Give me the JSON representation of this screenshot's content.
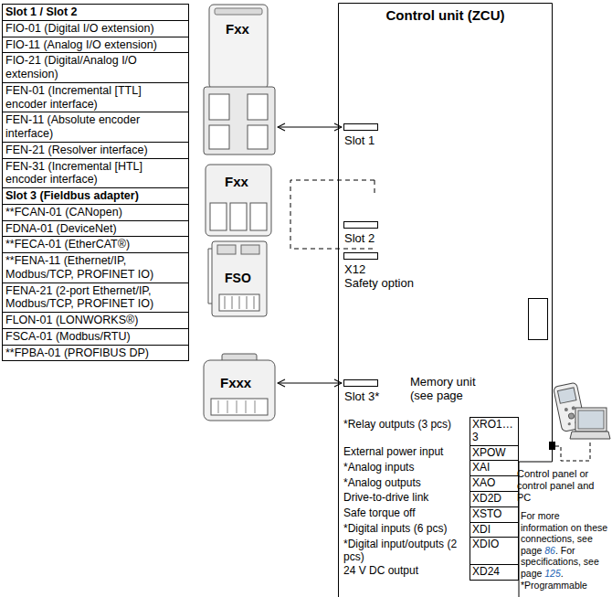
{
  "diagram": {
    "nodes": [
      {
        "text": [
          "Control unit (ZCU)"
        ]
      },
      {
        "text": [
          "Fxx"
        ]
      },
      {
        "text": [
          "Fxx"
        ]
      },
      {
        "text": [
          "FSO"
        ]
      },
      {
        "text": [
          "Fxxx"
        ]
      },
      {
        "text": [
          "Slot 1"
        ],
        "in": 0
      },
      {
        "text": [
          "Slot 2"
        ],
        "in": 0
      },
      {
        "text": [
          "X12",
          "Safety option"
        ],
        "in": 0
      },
      {
        "text": [
          "Slot 3*"
        ],
        "in": 0
      },
      {
        "text": [
          "Memory unit (see page"
        ],
        "in": 0
      }
    ],
    "edges": [
      {
        "from": 1,
        "to": 5,
        "arrow": "both"
      },
      {
        "from": 4,
        "to": 8,
        "arrow": "both"
      }
    ],
    "labels": [
      "Slot 1 / Slot 2",
      "FIO-01 (Digital I/O extension)",
      "FIO-11 (Analog I/O extension)",
      "FIO-21 (Digital/Analog I/O extension)",
      "FEN-01 (Incremental [TTL] encoder interface)",
      "FEN-11 (Absolute encoder interface)",
      "FEN-21 (Resolver interface)",
      "FEN-31 (Incremental [HTL] encoder interface)",
      "Slot 3 (Fieldbus adapter)",
      "**FCAN-01 (CANopen)",
      "FDNA-01 (DeviceNet)",
      "**FECA-01 (EtherCAT®)",
      "**FENA-11 (Ethernet/IP, Modbus/TCP, PROFINET IO)",
      "FENA-21 (2-port Ethernet/IP, Modbus/TCP, PROFINET IO)",
      "FLON-01 (LONWORKS®)",
      "FSCA-01 (Modbus/RTU)",
      "**FPBA-01 (PROFIBUS DP)",
      "*Relay outputs (3 pcs)",
      "XRO1…3",
      "External power input",
      "XPOW",
      "*Analog inputs",
      "XAI",
      "*Analog outputs",
      "XAO",
      "Drive-to-drive link",
      "XD2D",
      "Safe torque off",
      "XSTO",
      "*Digital inputs (6 pcs)",
      "XDI",
      "*Digital input/outputs (2 pcs)",
      "XDIO",
      "24 V DC output",
      "XD24",
      "For more information on these connections, see page",
      "86",
      ". For specifications, see page",
      "125",
      ".",
      "*Programmable",
      "Control panel or control panel and PC"
    ]
  }
}
